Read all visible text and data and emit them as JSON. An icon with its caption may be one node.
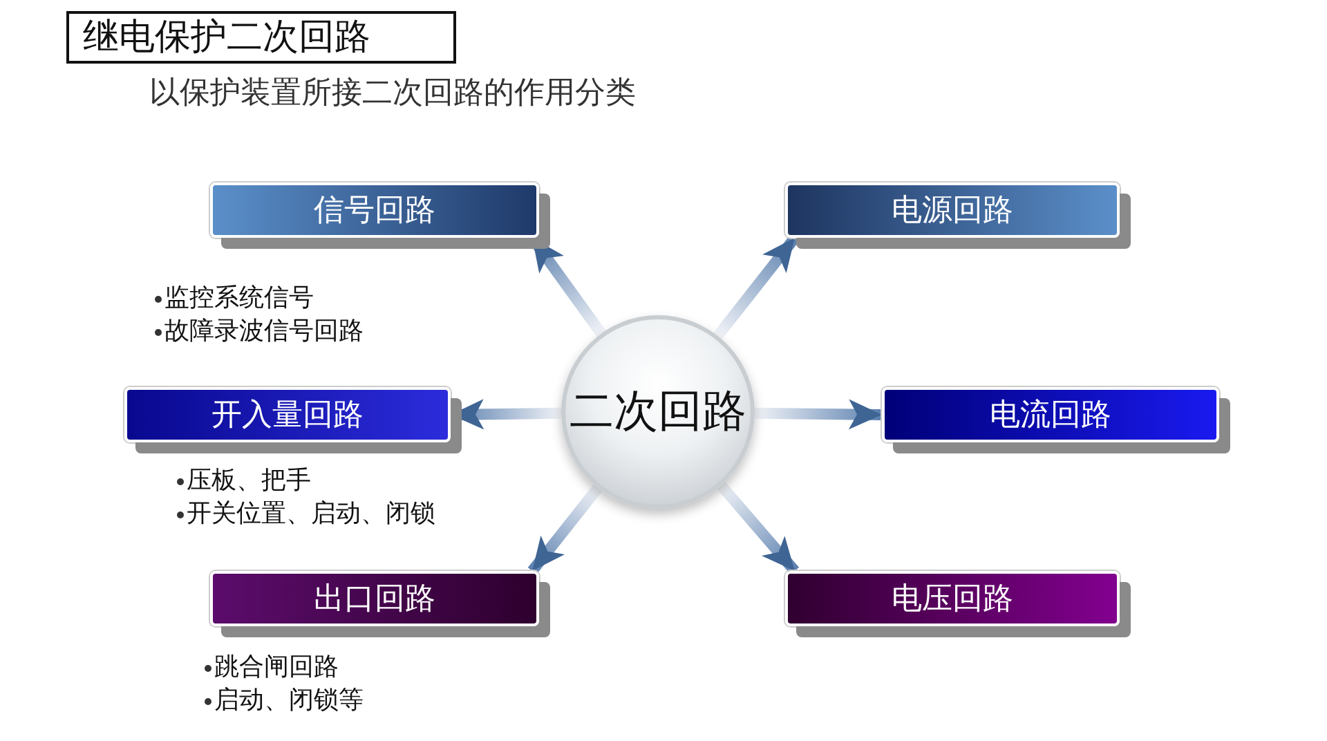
{
  "diagram": {
    "title": "继电保护二次回路",
    "nodes": [
      {
        "text": [
          "二次回路"
        ]
      },
      {
        "text": [
          "信号回路"
        ],
        "beside": [
          "监控系统信号",
          "故障录波信号回路"
        ]
      },
      {
        "text": [
          "电源回路"
        ]
      },
      {
        "text": [
          "开入量回路"
        ],
        "beside": [
          "压板、把手",
          "开关位置、启动、闭锁"
        ]
      },
      {
        "text": [
          "电流回路"
        ]
      },
      {
        "text": [
          "出口回路"
        ],
        "beside": [
          "跳合闸回路",
          "启动、闭锁等"
        ]
      },
      {
        "text": [
          "电压回路"
        ]
      }
    ],
    "edges": [
      {
        "from": 0,
        "to": 1,
        "arrow": "to"
      },
      {
        "from": 0,
        "to": 2,
        "arrow": "to"
      },
      {
        "from": 0,
        "to": 3,
        "arrow": "to"
      },
      {
        "from": 0,
        "to": 4,
        "arrow": "to"
      },
      {
        "from": 0,
        "to": 5,
        "arrow": "to"
      },
      {
        "from": 0,
        "to": 6,
        "arrow": "to"
      }
    ],
    "labels": [
      "以保护装置所接二次回路的作用分类"
    ]
  }
}
